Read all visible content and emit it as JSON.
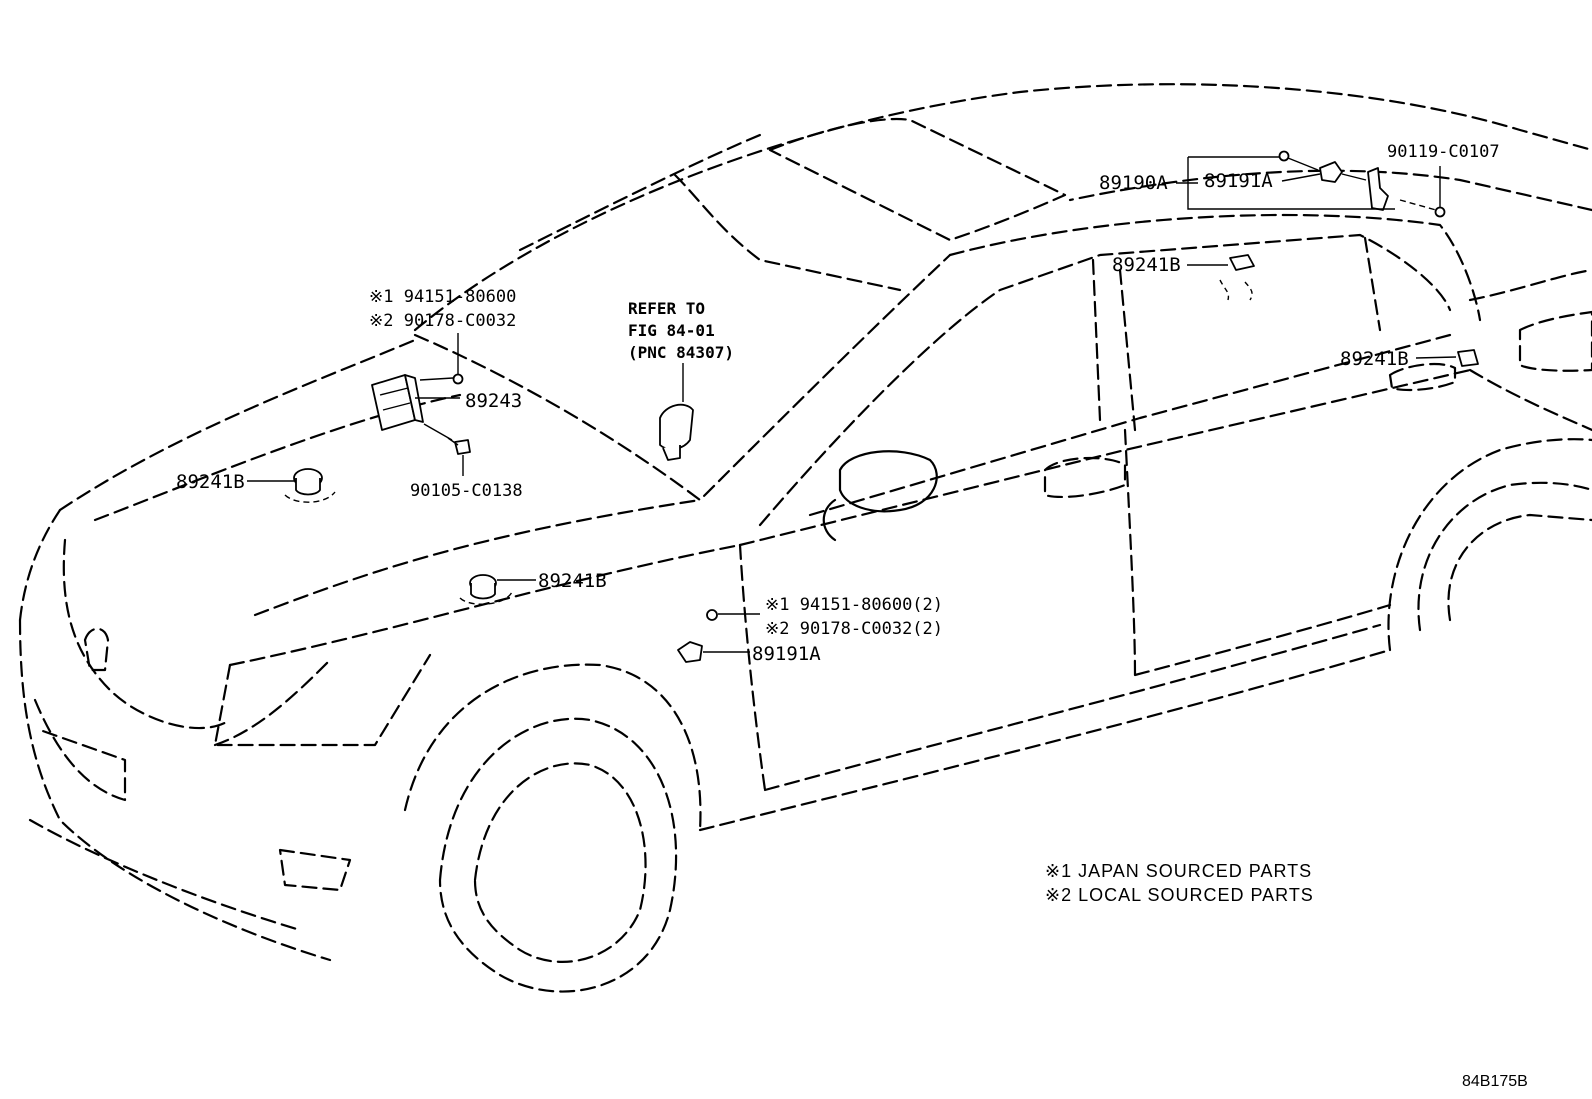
{
  "labels": {
    "nut_top_left_jp": "※1 94151-80600",
    "nut_top_left_local": "※2 90178-C0032",
    "part_89243": "89243",
    "bolt_90105": "90105-C0138",
    "sensor_hood": "89241B",
    "sensor_front": "89241B",
    "refer_line1": "REFER TO",
    "refer_line2": "FIG 84-01",
    "refer_line3": "(PNC 84307)",
    "nut_door_jp": "※1 94151-80600(2)",
    "nut_door_local": "※2 90178-C0032(2)",
    "part_89191a_door": "89191A",
    "part_89190a": "89190A",
    "part_89191a_roof": "89191A",
    "bolt_90119": "90119-C0107",
    "sensor_rear_window": "89241B",
    "sensor_rear_door": "89241B",
    "footnote_1": "※1 JAPAN SOURCED PARTS",
    "footnote_2": "※2 LOCAL SOURCED PARTS",
    "figure_code": "84B175B"
  }
}
